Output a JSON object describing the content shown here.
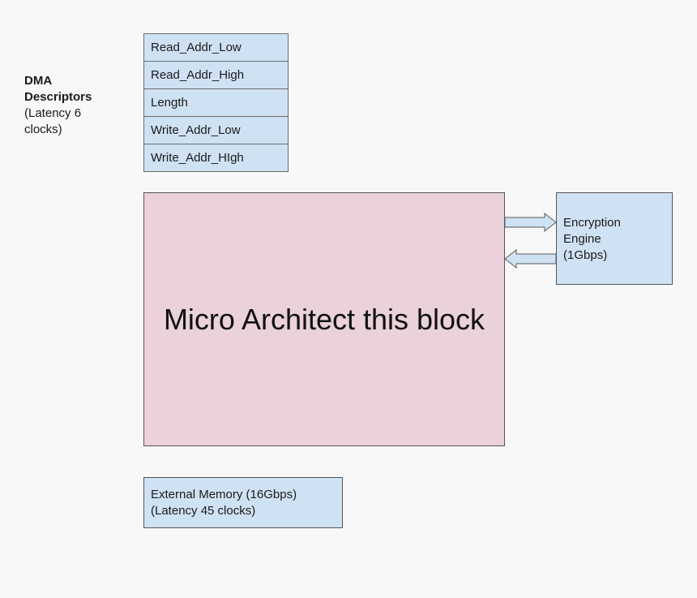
{
  "dma_label": {
    "title_line1": "DMA",
    "title_line2": "Descriptors",
    "sub_line1": "(Latency 6",
    "sub_line2": "clocks)"
  },
  "descriptors": [
    "Read_Addr_Low",
    "Read_Addr_High",
    "Length",
    "Write_Addr_Low",
    "Write_Addr_HIgh"
  ],
  "main_block": {
    "label": "Micro Architect this block"
  },
  "encryption_engine": {
    "line1": "Encryption",
    "line2": "Engine",
    "line3": "(1Gbps)"
  },
  "external_memory": {
    "line1": "External Memory (16Gbps)",
    "line2": "(Latency 45 clocks)"
  },
  "colors": {
    "block_blue": "#cfe2f3",
    "block_pink": "#ead1dc",
    "background": "#f8f8f8"
  }
}
